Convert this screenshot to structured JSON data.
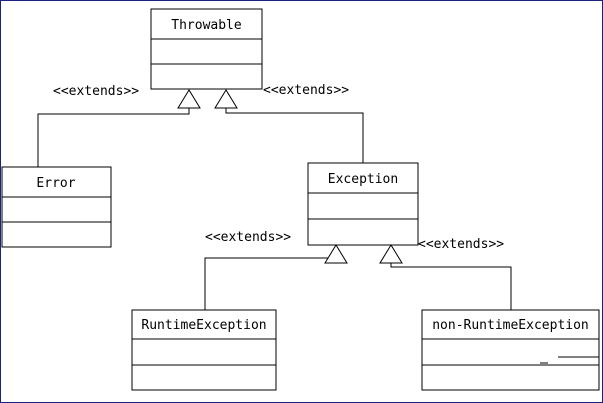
{
  "diagram": {
    "classes": {
      "throwable": {
        "name": "Throwable"
      },
      "error": {
        "name": "Error"
      },
      "exception": {
        "name": "Exception"
      },
      "runtime_exception": {
        "name": "RuntimeException"
      },
      "non_runtime_exception": {
        "name": "non-RuntimeException"
      }
    },
    "relations": {
      "error_to_throwable": {
        "label": "<<extends>>"
      },
      "exception_to_throwable": {
        "label": "<<extends>>"
      },
      "runtime_to_exception": {
        "label": "<<extends>>"
      },
      "nonruntime_to_exception": {
        "label": "<<extends>>"
      }
    },
    "colors": {
      "frame": "#1a237e",
      "line": "#000000",
      "background": "#ffffff"
    }
  }
}
